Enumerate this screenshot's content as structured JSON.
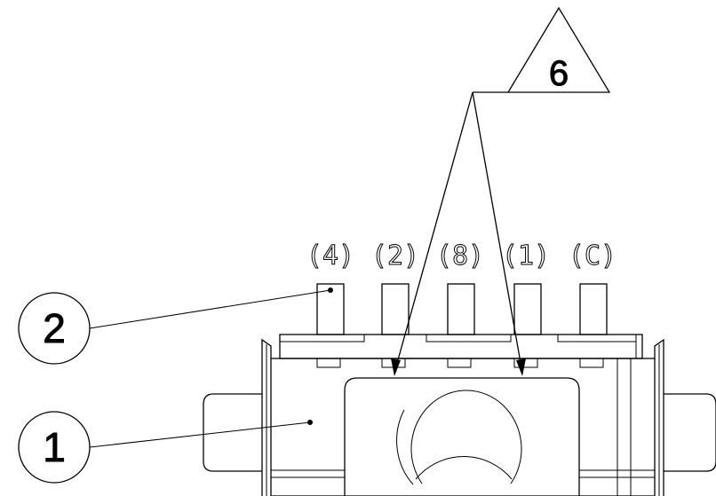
{
  "drawing": {
    "callout_triangle": {
      "label": "6"
    },
    "balloons": [
      {
        "id": "balloon-2",
        "label": "2"
      },
      {
        "id": "balloon-1",
        "label": "1"
      }
    ],
    "pin_labels": [
      "(4)",
      "(2)",
      "(8)",
      "(1)",
      "(C)"
    ]
  }
}
